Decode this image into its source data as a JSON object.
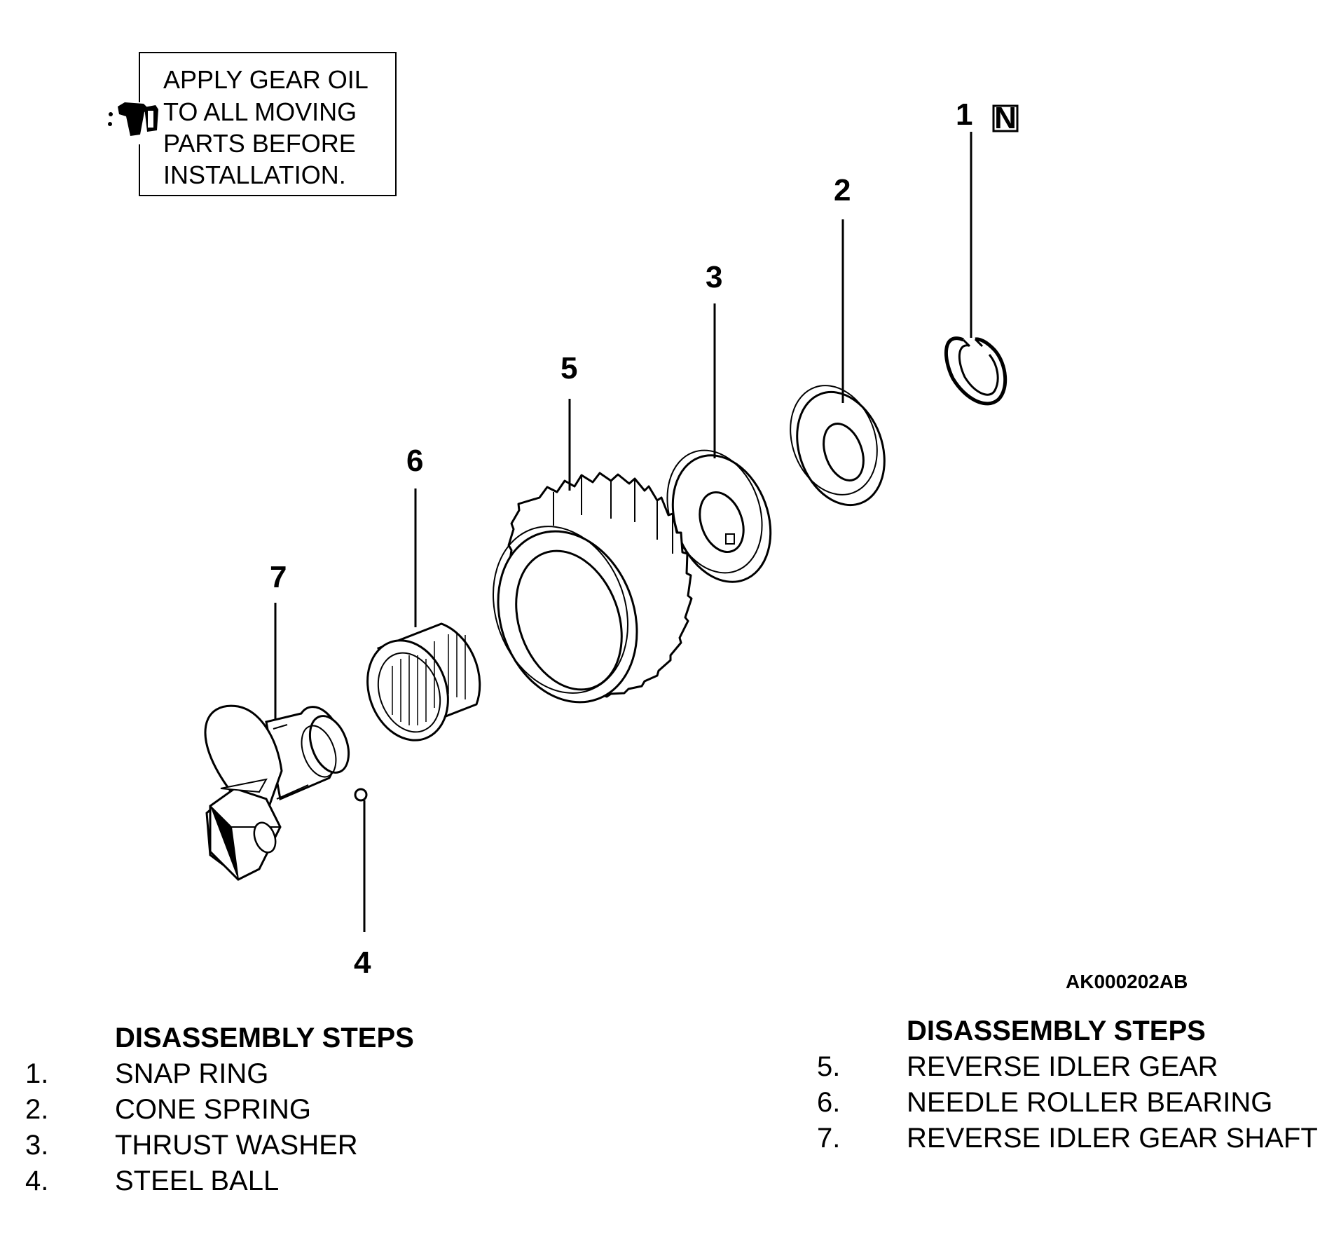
{
  "note": {
    "lines": [
      "APPLY GEAR OIL",
      "TO ALL MOVING",
      "PARTS BEFORE",
      "INSTALLATION."
    ],
    "icon": "oil-can-icon"
  },
  "callouts": {
    "c1": "1",
    "c2": "2",
    "c3": "3",
    "c4": "4",
    "c5": "5",
    "c6": "6",
    "c7": "7",
    "c1_badge": "N"
  },
  "reference_code": "AK000202AB",
  "steps_left": {
    "heading": "DISASSEMBLY STEPS",
    "items": [
      {
        "num": "1.",
        "label": "SNAP RING"
      },
      {
        "num": "2.",
        "label": "CONE SPRING"
      },
      {
        "num": "3.",
        "label": "THRUST WASHER"
      },
      {
        "num": "4.",
        "label": "STEEL BALL"
      }
    ]
  },
  "steps_right": {
    "heading": "DISASSEMBLY STEPS",
    "items": [
      {
        "num": "5.",
        "label": "REVERSE IDLER GEAR"
      },
      {
        "num": "6.",
        "label": "NEEDLE ROLLER BEARING"
      },
      {
        "num": "7.",
        "label": "REVERSE IDLER GEAR SHAFT"
      }
    ]
  }
}
